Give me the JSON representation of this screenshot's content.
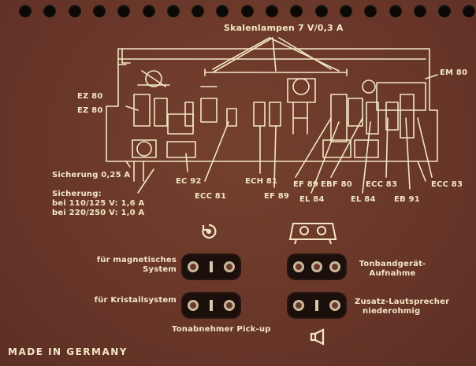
{
  "top_label": "Skalenlampen 7 V/0,3 A",
  "labels": {
    "em80": "EM 80",
    "ez80_a": "EZ 80",
    "ez80_b": "EZ 80",
    "fuse1": "Sicherung 0,25 A",
    "fuse2_title": "Sicherung:",
    "fuse2_line1": "bei 110/125 V: 1,6 A",
    "fuse2_line2": "bei 220/250 V: 1,0 A",
    "ec92": "EC 92",
    "ecc81": "ECC 81",
    "ech81": "ECH 81",
    "ef89a": "EF 89",
    "ef89b": "EF 89",
    "el84a": "EL 84",
    "ebf80": "EBF 80",
    "el84b": "EL 84",
    "ecc83a": "ECC 83",
    "eb91": "EB 91",
    "ecc83b": "ECC 83"
  },
  "inputs": {
    "mag_line1": "für magnetisches",
    "mag_line2": "System",
    "kristall": "für Kristallsystem",
    "pickup": "Tonabnehmer Pick-up",
    "tape_line1": "Tonbandgerät-",
    "tape_line2": "Aufnahme",
    "spk_line1": "Zusatz-Lautsprecher",
    "spk_line2": "niederohmig"
  },
  "footer": "MADE IN GERMANY",
  "colors": {
    "panel": "#6b3a2e",
    "print": "#f3e6c4",
    "hole": "#0b0806"
  },
  "icons": [
    "record-player-icon",
    "tape-recorder-icon",
    "speaker-icon"
  ]
}
